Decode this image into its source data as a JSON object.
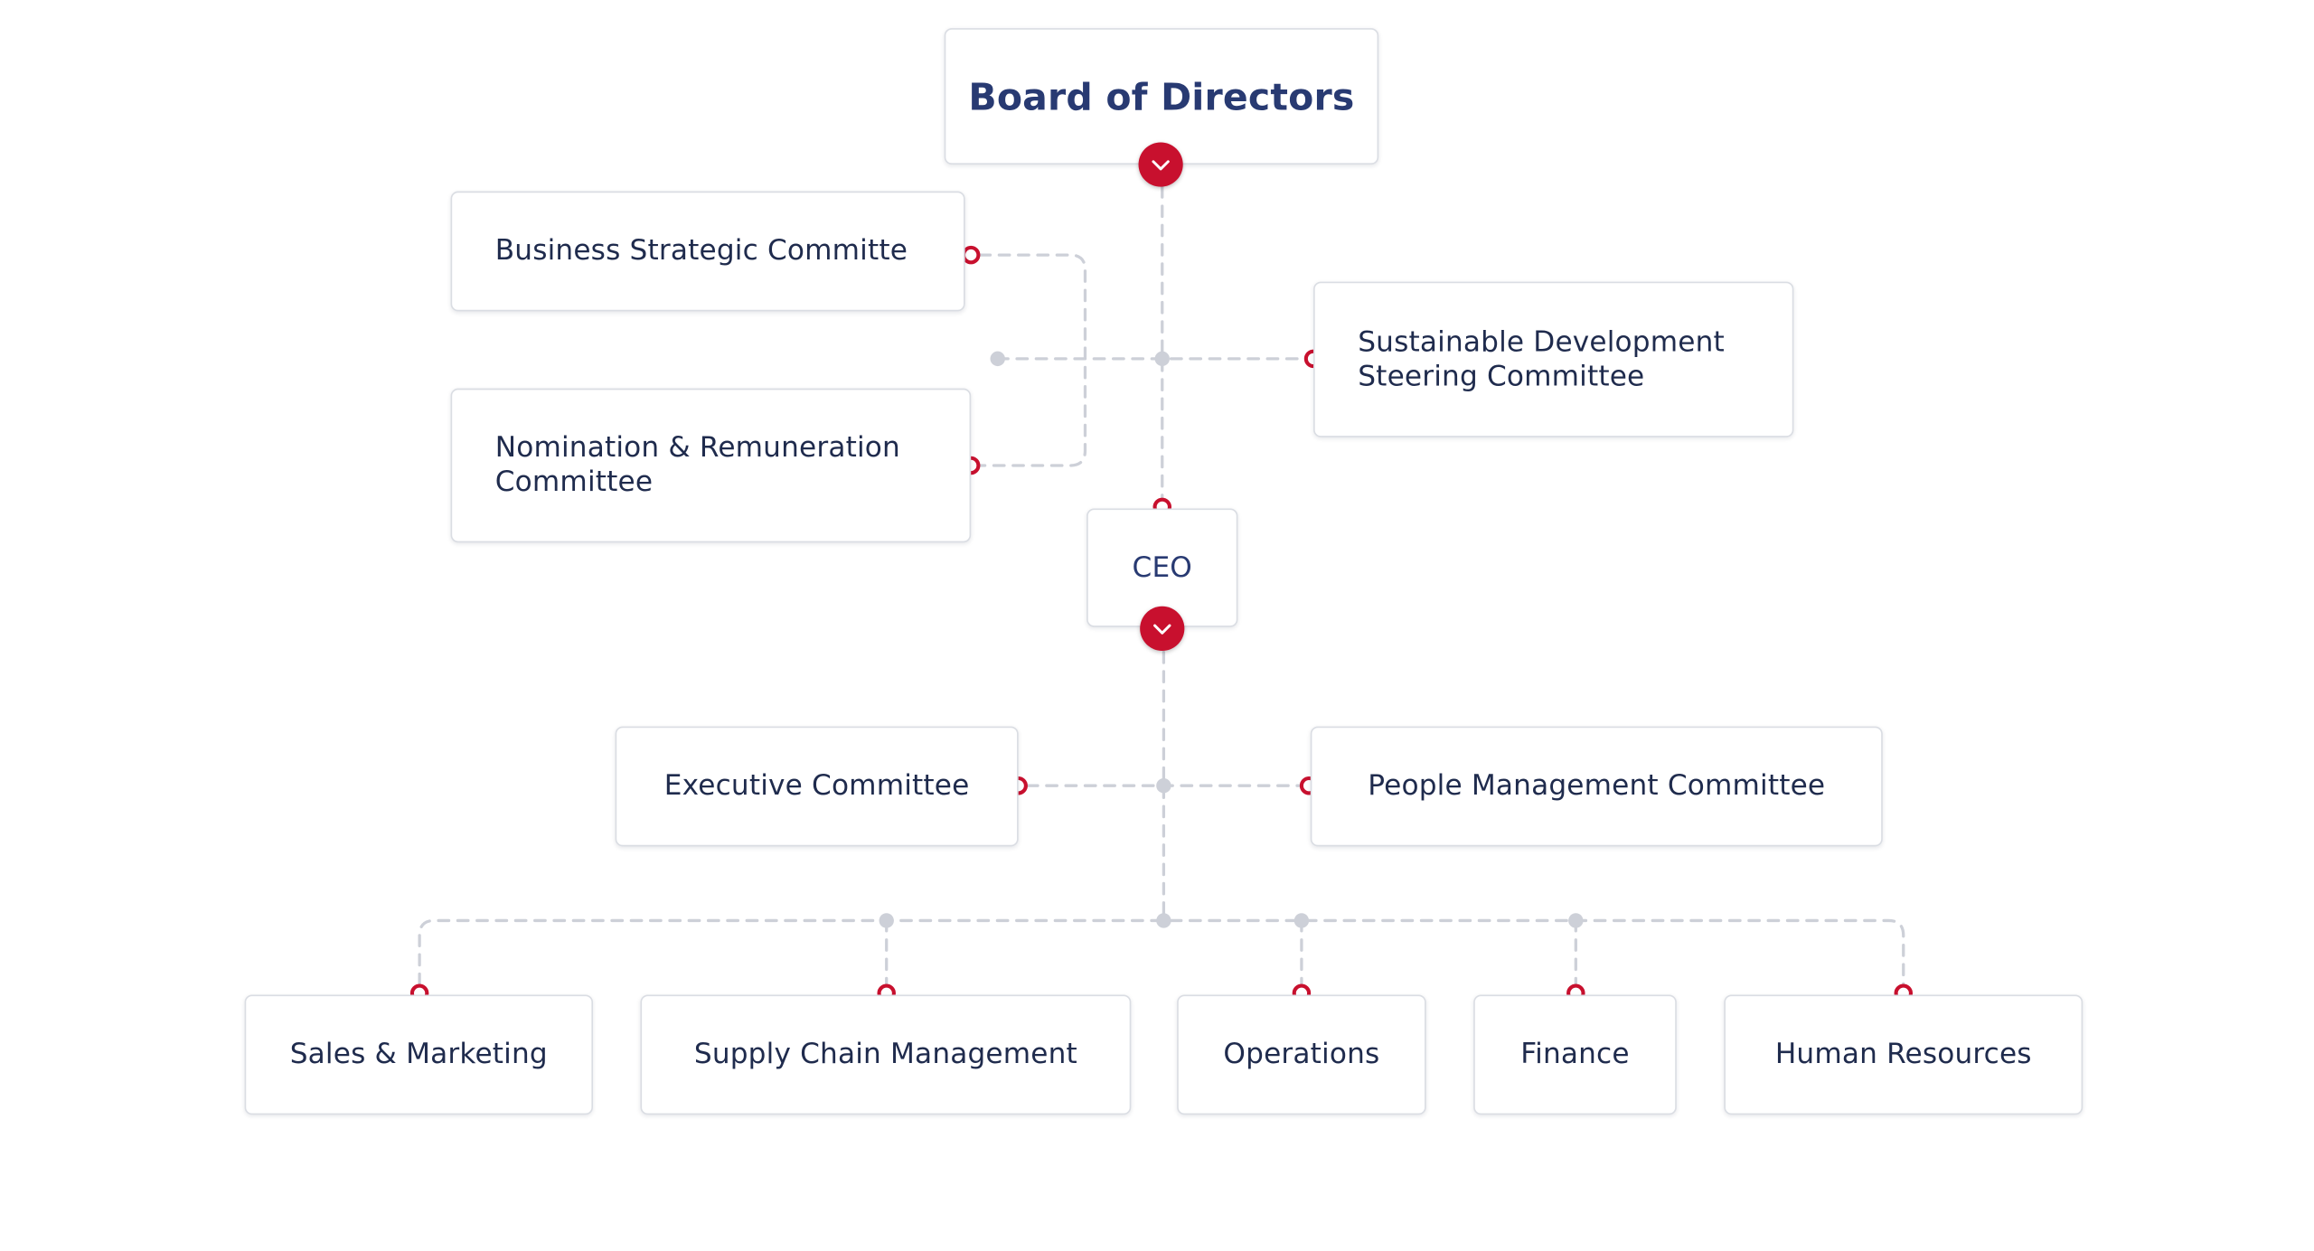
{
  "org_chart": {
    "board": {
      "label": "Board of Directors"
    },
    "board_committees": {
      "business_strategic": "Business Strategic Committe",
      "nomination_remuneration": "Nomination & Remuneration\nCommittee",
      "sustainable_development": "Sustainable Development\nSteering Committee"
    },
    "ceo": {
      "label": "CEO"
    },
    "executive_committees": {
      "executive": "Executive Committee",
      "people_management": "People Management Committee"
    },
    "departments": [
      "Sales & Marketing",
      "Supply Chain Management",
      "Operations",
      "Finance",
      "Human Resources"
    ]
  },
  "icons": {
    "expand_toggle": "chevron-down-icon"
  },
  "colors": {
    "accent_red": "#c8102e",
    "title_navy": "#283a72",
    "text_dark": "#1f2b4d",
    "connector_gray": "#cdd0d8",
    "box_border": "#dadde3"
  }
}
